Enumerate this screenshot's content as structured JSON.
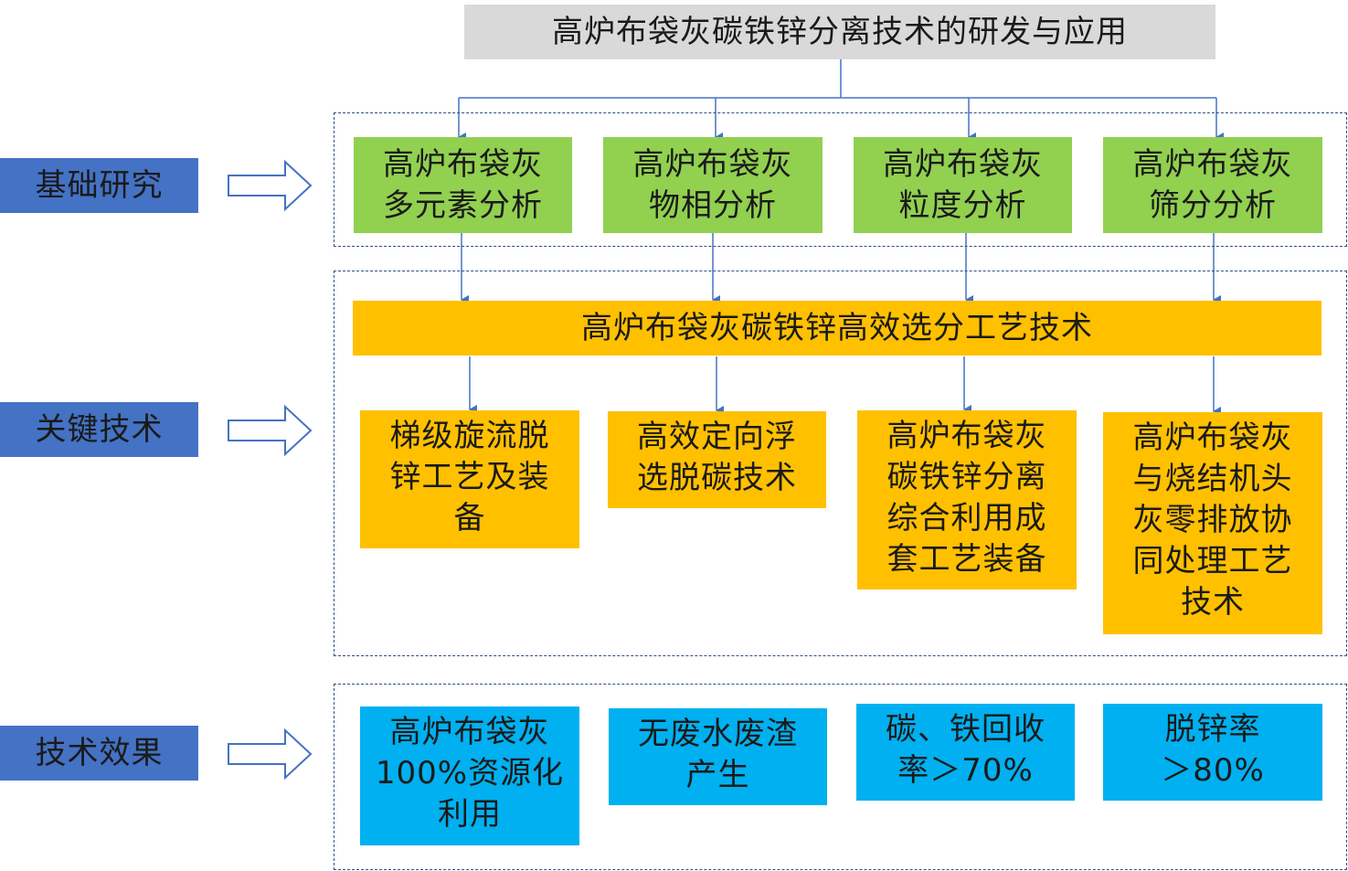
{
  "title": "高炉布袋灰碳铁锌分离技术的研发与应用",
  "labels": {
    "research": "基础研究",
    "key_tech": "关键技术",
    "effect": "技术效果"
  },
  "research_items": [
    "高炉布袋灰\n多元素分析",
    "高炉布袋灰\n物相分析",
    "高炉布袋灰\n粒度分析",
    "高炉布袋灰\n筛分分析"
  ],
  "process_title": "高炉布袋灰碳铁锌高效选分工艺技术",
  "key_items": [
    "梯级旋流脱\n锌工艺及装\n备",
    "高效定向浮\n选脱碳技术",
    "高炉布袋灰\n碳铁锌分离\n综合利用成\n套工艺装备",
    "高炉布袋灰\n与烧结机头\n灰零排放协\n同处理工艺\n技术"
  ],
  "effect_items": [
    "高炉布袋灰\n100%资源化\n利用",
    "无废水废渣\n产生",
    "碳、铁回收\n率＞70%",
    "脱锌率\n＞80%"
  ],
  "colors": {
    "title_bg": "#d9d9d9",
    "research_bg": "#92d050",
    "process_bg": "#ffc000",
    "effect_bg": "#00b0f0",
    "label_bg": "#4472c4",
    "connector": "#4472c4"
  }
}
